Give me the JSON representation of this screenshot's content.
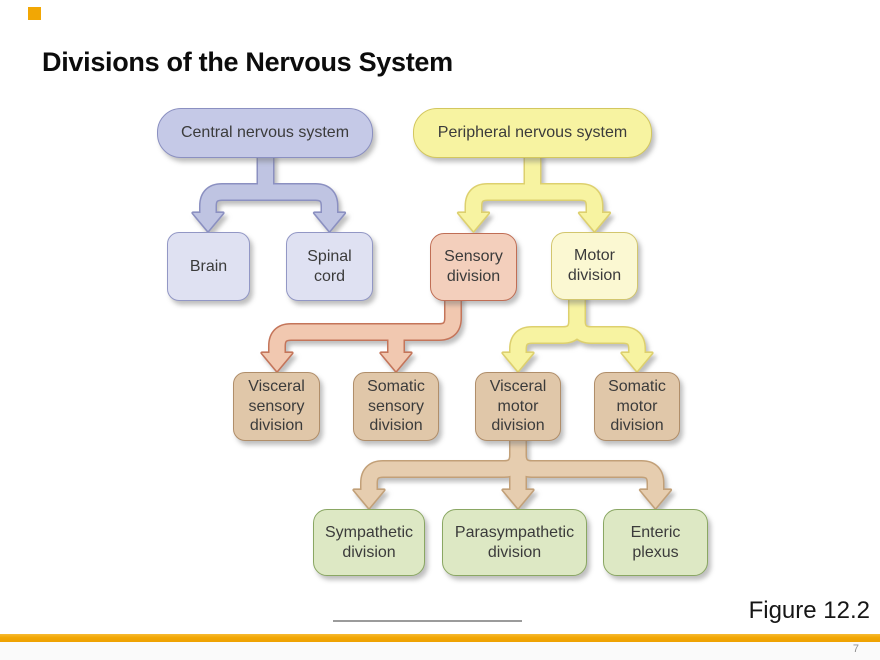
{
  "slide": {
    "title": "Divisions of the Nervous System",
    "figure_label": "Figure 12.2",
    "page_number": "7"
  },
  "diagram": {
    "accent_color": "#f2a704",
    "nodes": [
      {
        "id": "cns",
        "label": "Central nervous system",
        "theme": "purple"
      },
      {
        "id": "pns",
        "label": "Peripheral nervous system",
        "theme": "yellow"
      },
      {
        "id": "brain",
        "label": "Brain",
        "theme": "purpleLight"
      },
      {
        "id": "spinal-cord",
        "label": "Spinal cord",
        "theme": "purpleLight"
      },
      {
        "id": "sensory-division",
        "label": "Sensory division",
        "theme": "salmon"
      },
      {
        "id": "motor-division",
        "label": "Motor division",
        "theme": "yellowLight"
      },
      {
        "id": "visceral-sensory-division",
        "label": "Visceral sensory division",
        "theme": "tan"
      },
      {
        "id": "somatic-sensory-division",
        "label": "Somatic sensory division",
        "theme": "tan"
      },
      {
        "id": "visceral-motor-division",
        "label": "Visceral motor division",
        "theme": "tan"
      },
      {
        "id": "somatic-motor-division",
        "label": "Somatic motor division",
        "theme": "tan"
      },
      {
        "id": "sympathetic-division",
        "label": "Sympathetic division",
        "theme": "green"
      },
      {
        "id": "parasympathetic-division",
        "label": "Parasympathetic division",
        "theme": "green"
      },
      {
        "id": "enteric-plexus",
        "label": "Enteric plexus",
        "theme": "green"
      }
    ],
    "edges": [
      {
        "from": "cns",
        "to": [
          "brain",
          "spinal-cord"
        ]
      },
      {
        "from": "pns",
        "to": [
          "sensory-division",
          "motor-division"
        ]
      },
      {
        "from": "sensory-division",
        "to": [
          "visceral-sensory-division",
          "somatic-sensory-division"
        ]
      },
      {
        "from": "motor-division",
        "to": [
          "visceral-motor-division",
          "somatic-motor-division"
        ]
      },
      {
        "from": "visceral-motor-division",
        "to": [
          "sympathetic-division",
          "parasympathetic-division",
          "enteric-plexus"
        ]
      }
    ],
    "themes": {
      "purple": {
        "fill": "#c5c9e7",
        "border": "#8b90c1"
      },
      "purpleLight": {
        "fill": "#dfe1f2",
        "border": "#9297c5"
      },
      "yellow": {
        "fill": "#f7f3a1",
        "border": "#d3c75f"
      },
      "yellowLight": {
        "fill": "#fbf8d2",
        "border": "#d2c66e"
      },
      "salmon": {
        "fill": "#f3cfbc",
        "border": "#c06e55"
      },
      "tan": {
        "fill": "#e0c7a9",
        "border": "#b08e6a"
      },
      "green": {
        "fill": "#dde8c4",
        "border": "#8aa763"
      },
      "arrowPurple": {
        "fill": "#bfc4e2",
        "border": "#8b90c1"
      },
      "arrowYellow": {
        "fill": "#f7f3a1",
        "border": "#ddd06e"
      },
      "arrowSalmon": {
        "fill": "#f1c8b0",
        "border": "#c4745a"
      },
      "arrowTan": {
        "fill": "#e6cdaf",
        "border": "#c2a078"
      }
    }
  }
}
